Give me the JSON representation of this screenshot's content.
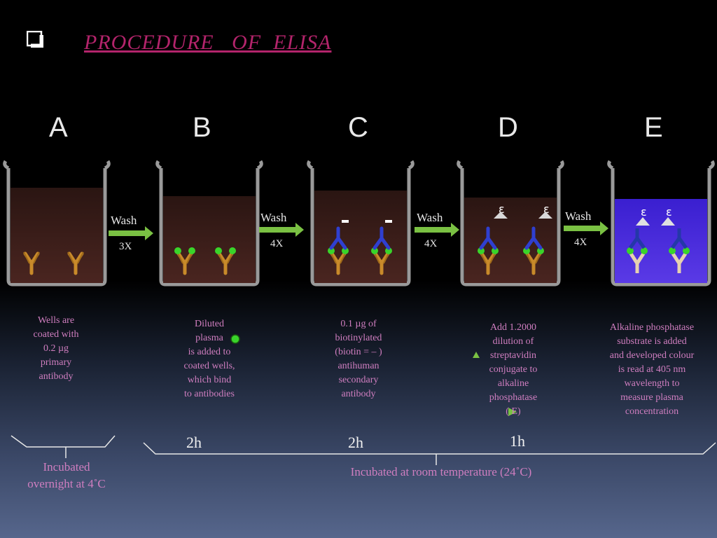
{
  "title": "PROCEDURE   OF  ELISA",
  "steps": {
    "a": {
      "letter": "A",
      "desc": [
        "Wells are",
        "coated with",
        "0.2 µg",
        "primary",
        "antibody"
      ]
    },
    "b": {
      "letter": "B",
      "desc": [
        "Diluted",
        "plasma",
        "is added to",
        "coated wells,",
        "which bind",
        "to antibodies"
      ]
    },
    "c": {
      "letter": "C",
      "desc": [
        "0.1 µg of",
        "biotinylated",
        "(biotin  =  – )",
        "antihuman",
        "secondary",
        "antibody"
      ]
    },
    "d": {
      "letter": "D",
      "desc": [
        "Add 1.2000",
        "dilution of",
        "streptavidin",
        "conjugate to",
        "alkaline",
        "phosphatase",
        "(   E)"
      ]
    },
    "e": {
      "letter": "E",
      "desc": [
        "Alkaline phosphatase",
        "substrate is added",
        "and developed colour",
        "is read at 405 nm",
        "wavelength to",
        "measure plasma",
        "concentration"
      ]
    }
  },
  "washes": [
    {
      "label": "Wash",
      "count": "3X"
    },
    {
      "label": "Wash",
      "count": "4X"
    },
    {
      "label": "Wash",
      "count": "4X"
    },
    {
      "label": "Wash",
      "count": "4X"
    }
  ],
  "times": [
    "2h",
    "2h",
    "1h"
  ],
  "incubation": {
    "overnight": [
      "Incubated",
      "overnight at 4˚C"
    ],
    "room": "Incubated at room temperature (24˚C)"
  },
  "colors": {
    "title": "#b3246b",
    "description": "#d07ec0",
    "arrow": "#7ac143",
    "antigen": "#39d42a",
    "secondary_antibody": "#2f3fd0",
    "substrate": "#5a2bd8",
    "well_fill": "#3a1a18"
  },
  "icons": [
    "bullet-checkbox-icon",
    "well-icon",
    "antibody-icon",
    "antigen-icon",
    "wash-arrow-icon",
    "brace-icon"
  ]
}
